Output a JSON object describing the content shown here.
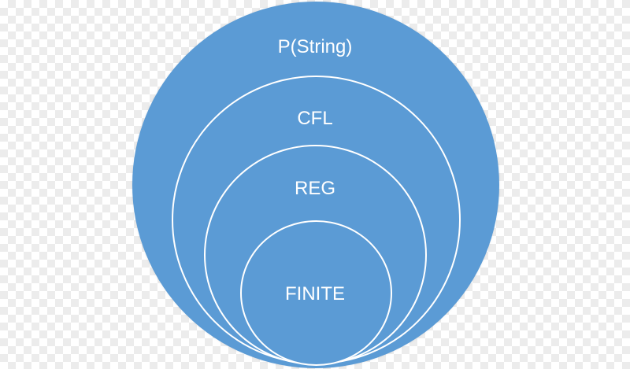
{
  "diagram": {
    "fill_color": "#5b9bd5",
    "outline_color": "#ffffff",
    "sets": [
      {
        "label": "P(String)"
      },
      {
        "label": "CFL"
      },
      {
        "label": "REG"
      },
      {
        "label": "FINITE"
      }
    ]
  }
}
